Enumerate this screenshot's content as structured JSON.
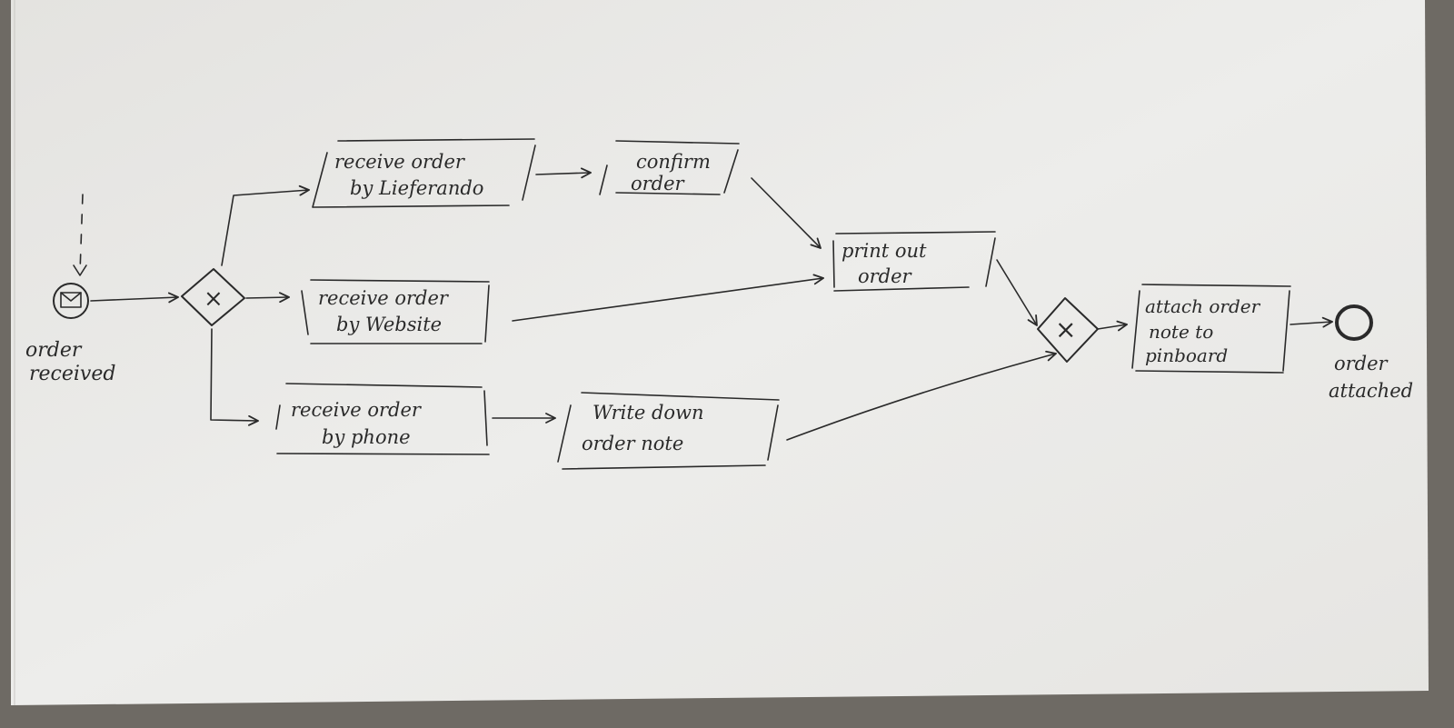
{
  "diagram": {
    "events": {
      "start": {
        "label_line1": "order",
        "label_line2": "received",
        "type": "message-start-event"
      },
      "end": {
        "label_line1": "order",
        "label_line2": "attached",
        "type": "end-event"
      }
    },
    "gateways": {
      "split": {
        "symbol": "×",
        "type": "exclusive"
      },
      "join": {
        "symbol": "×",
        "type": "exclusive"
      }
    },
    "tasks": {
      "lieferando": {
        "line1": "receive order",
        "line2": "by Lieferando"
      },
      "website": {
        "line1": "receive order",
        "line2": "by Website"
      },
      "phone": {
        "line1": "receive order",
        "line2": "by phone"
      },
      "confirm": {
        "line1": "confirm",
        "line2": "order"
      },
      "write_note": {
        "line1": "Write down",
        "line2": "order note"
      },
      "print": {
        "line1": "print out",
        "line2": "order"
      },
      "attach": {
        "line1": "attach order",
        "line2": "note to",
        "line3": "pinboard"
      }
    },
    "colors": {
      "ink": "#2a2a2a",
      "paper": "#ececea",
      "shadow": "#6e6a64"
    }
  }
}
